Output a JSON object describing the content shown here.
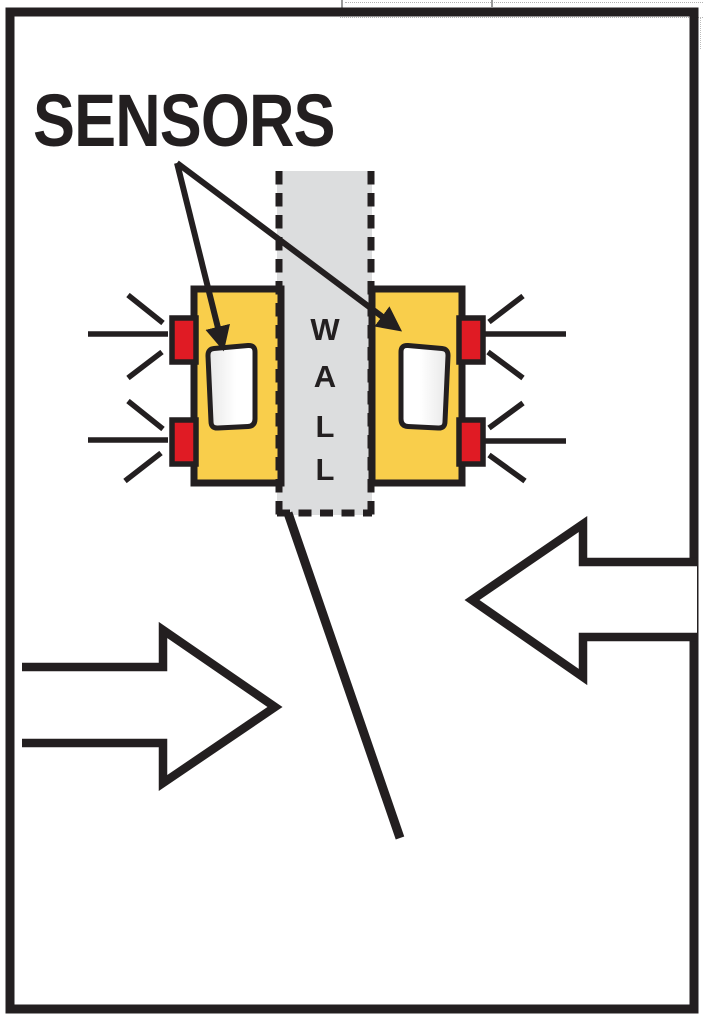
{
  "title": {
    "label": "SENSORS"
  },
  "wall": {
    "label": "WALL",
    "letters": [
      "W",
      "A",
      "L",
      "L"
    ]
  },
  "sensors": {
    "count": 2,
    "left": {
      "side": "left",
      "emitters": 2
    },
    "right": {
      "side": "right",
      "emitters": 2
    }
  },
  "flow_arrows": {
    "left": {
      "direction": "right"
    },
    "right": {
      "direction": "left"
    }
  },
  "colors": {
    "ink": "#231F20",
    "sensor_body_yellow": "#F9CE4B",
    "emitter_red": "#E01B24",
    "wall_gray": "#DCDDDE",
    "window_white": "#FFFFFF",
    "background": "#FFFFFF"
  }
}
